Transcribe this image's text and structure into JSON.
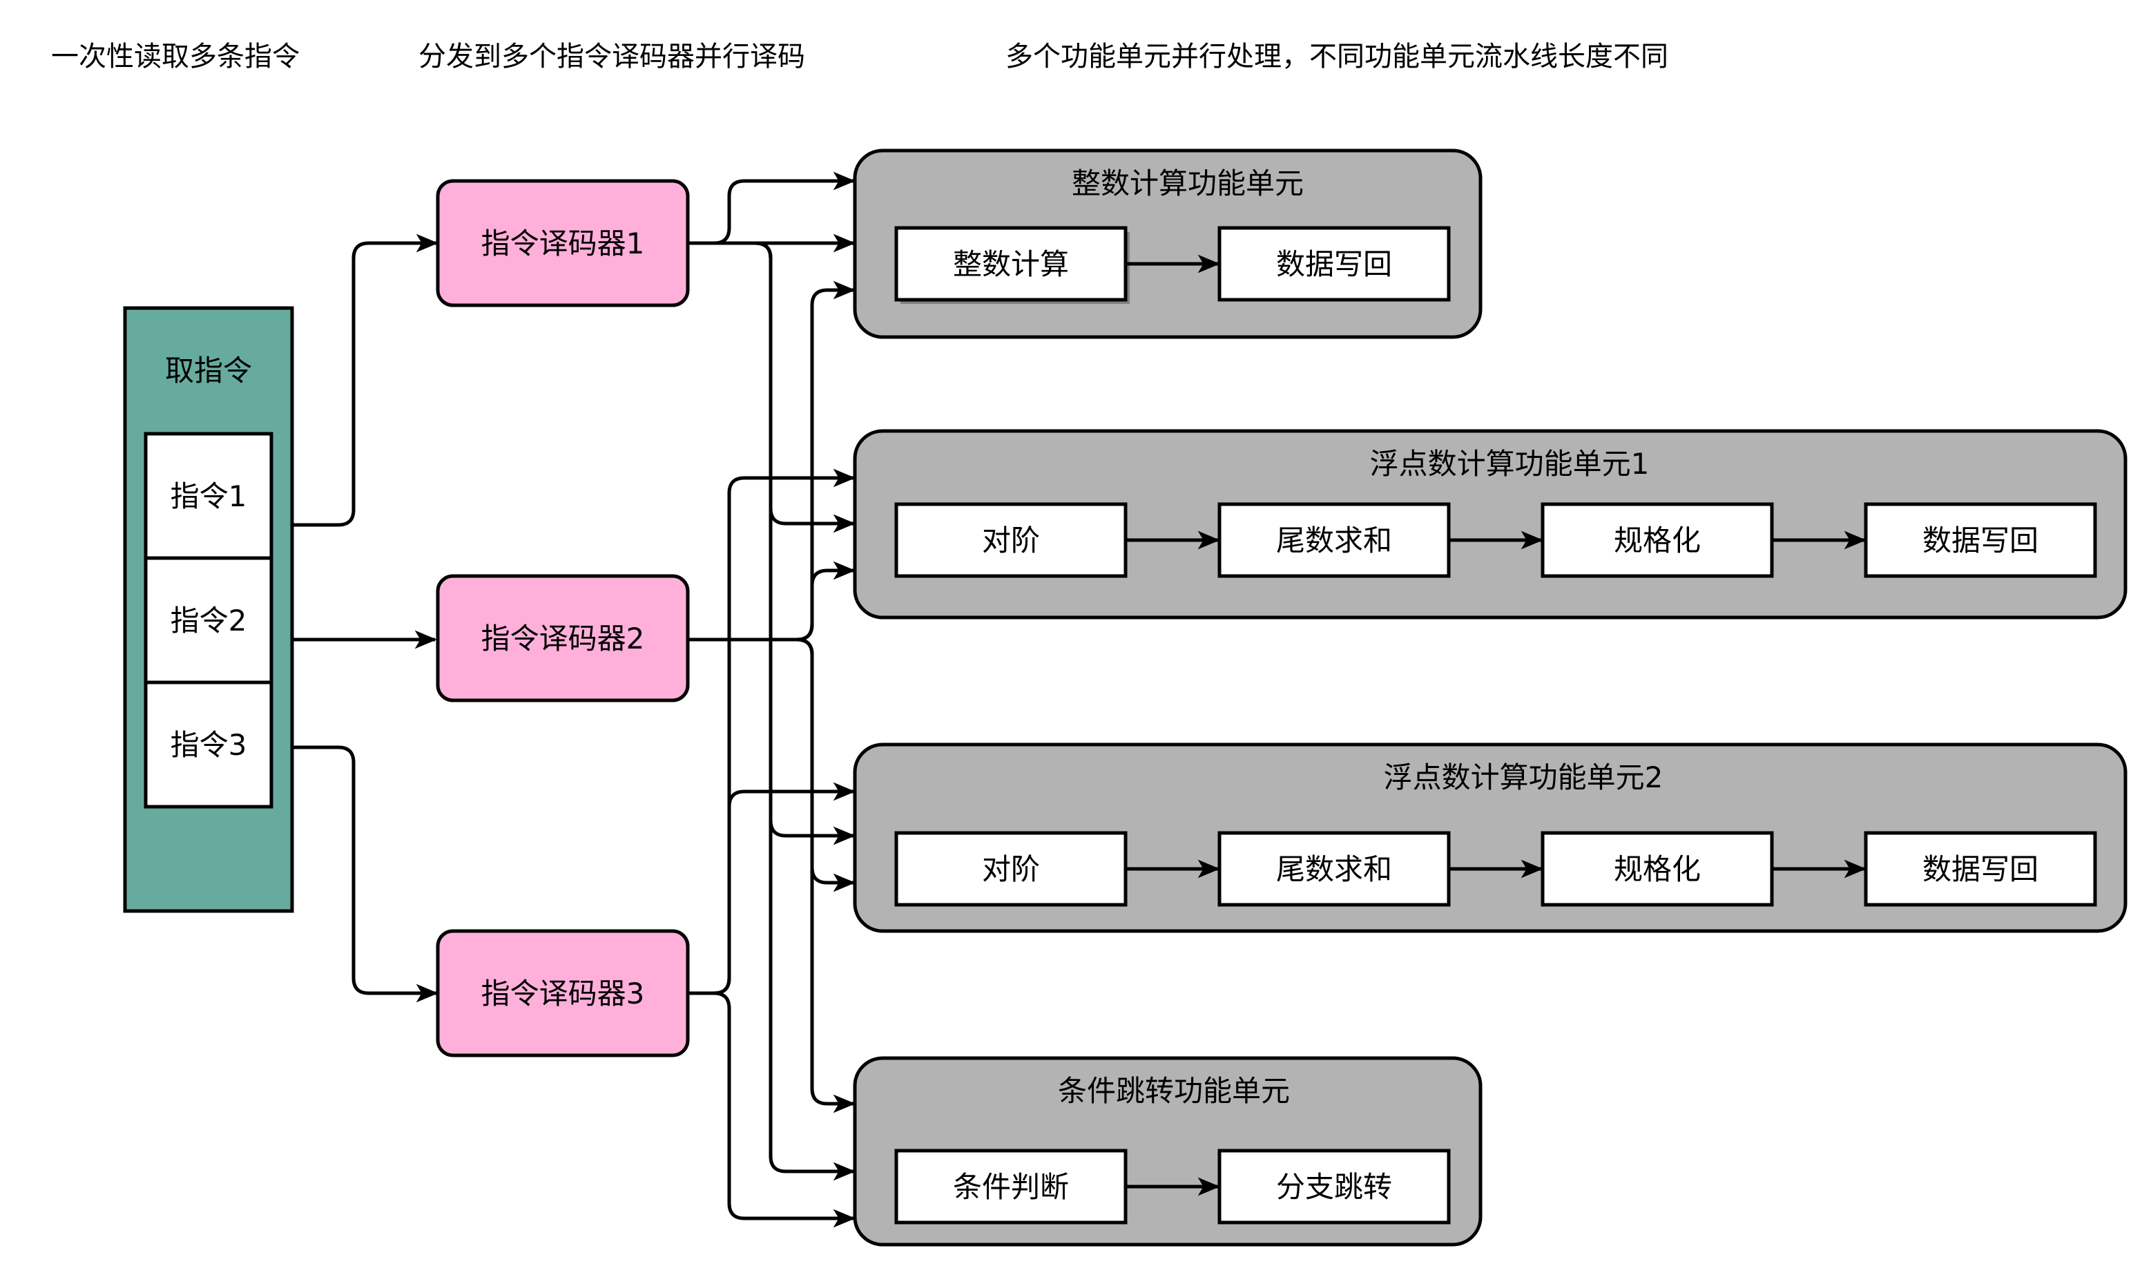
{
  "headers": {
    "fetch": "一次性读取多条指令",
    "dispatch": "分发到多个指令译码器并行译码",
    "execute": "多个功能单元并行处理，不同功能单元流水线长度不同"
  },
  "fetch": {
    "title": "取指令",
    "items": [
      "指令1",
      "指令2",
      "指令3"
    ]
  },
  "decoders": [
    "指令译码器1",
    "指令译码器2",
    "指令译码器3"
  ],
  "units": [
    {
      "title": "整数计算功能单元",
      "stages": [
        "整数计算",
        "数据写回"
      ]
    },
    {
      "title": "浮点数计算功能单元1",
      "stages": [
        "对阶",
        "尾数求和",
        "规格化",
        "数据写回"
      ]
    },
    {
      "title": "浮点数计算功能单元2",
      "stages": [
        "对阶",
        "尾数求和",
        "规格化",
        "数据写回"
      ]
    },
    {
      "title": "条件跳转功能单元",
      "stages": [
        "条件判断",
        "分支跳转"
      ]
    }
  ],
  "colors": {
    "fetch_fill": "#67AB9F",
    "decoder_fill": "#FFB0DA",
    "unit_fill": "#B3B3B3",
    "stage_fill": "#FFFFFF",
    "line": "#000000"
  }
}
